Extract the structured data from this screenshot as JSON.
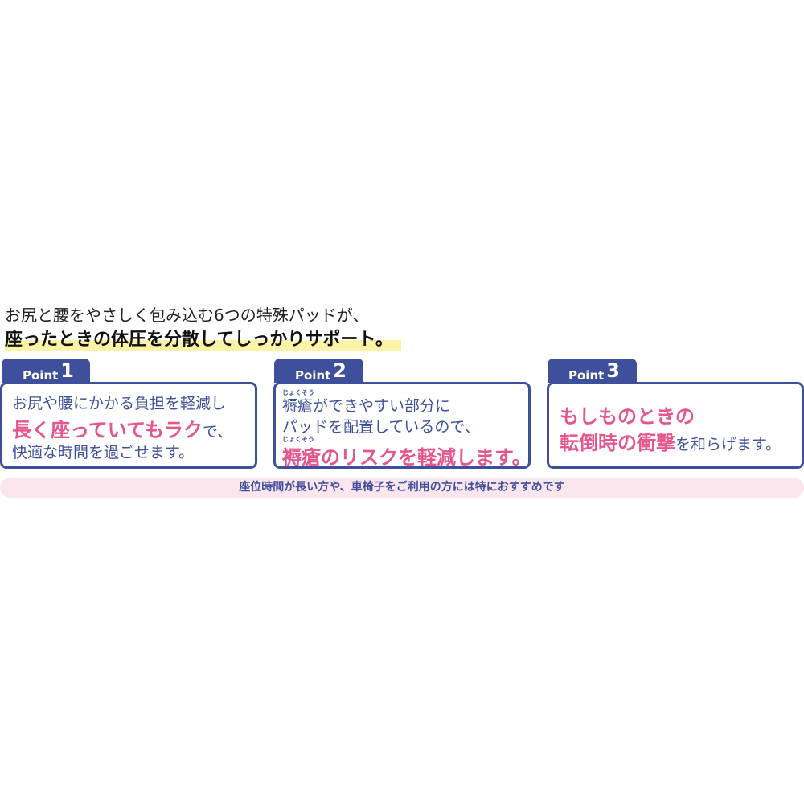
{
  "intro": {
    "line1": "お尻と腰をやさしく包み込む6つの特殊パッドが、",
    "line2": "座ったときの体圧を分散してしっかりサポート。"
  },
  "points": [
    {
      "word": "Point",
      "num": "1",
      "line1": "お尻や腰にかかる負担を軽減し",
      "line2_em": "長く座っていてもラク",
      "line2_rest": "で、",
      "line3": "快適な時間を過ごせます。"
    },
    {
      "word": "Point",
      "num": "2",
      "ruby": "じょくそう",
      "line1_a": "褥瘡",
      "line1_b": "ができやすい部分に",
      "line2": "パッドを配置しているので、",
      "line3_em": "褥瘡のリスクを軽減します。"
    },
    {
      "word": "Point",
      "num": "3",
      "line1_em": "もしものときの",
      "line2_em": "転倒時の衝撃",
      "line2_rest": "を和らげます。"
    }
  ],
  "banner": "座位時間が長い方や、車椅子をご利用の方には特におすすめです",
  "colors": {
    "navy": "#3e4f9c",
    "pink": "#e5568f",
    "banner_bg": "#fce6ee",
    "highlight": "#fdf3a8"
  }
}
